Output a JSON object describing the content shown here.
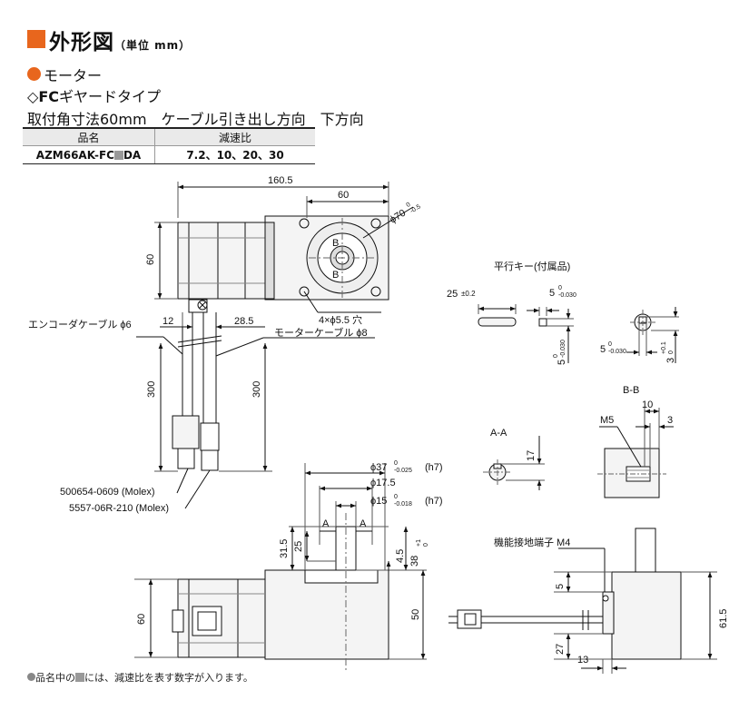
{
  "header": {
    "title": "外形図",
    "unit": "（単位 mm）"
  },
  "section": {
    "motor": "モーター",
    "type_name": "FC",
    "type_rest": "ギヤードタイプ",
    "spec": "取付角寸法60mm　ケーブル引き出し方向　下方向"
  },
  "product_table": {
    "col_name": "品名",
    "col_ratio": "減速比",
    "name_prefix": "AZM66AK-FC",
    "name_suffix": "DA",
    "ratios": "7.2、10、20、30"
  },
  "dimensions": {
    "overall_length": "160.5",
    "flange_60_top": "60",
    "height_60_left": "60",
    "pilot_dia": "ϕ70",
    "pilot_tol_top": "0",
    "pilot_tol_bottom": "-0.5",
    "section_b1": "B",
    "section_b2": "B",
    "mount_holes": "4×ϕ5.5 穴",
    "enc_offset": "12",
    "motor_cable_offset": "28.5",
    "encoder_cable": "エンコーダケーブル ϕ6",
    "motor_cable": "モーターケーブル ϕ8",
    "enc_length": "300",
    "motor_len": "300",
    "conn1": "500654-0609 (Molex)",
    "conn2": "5557-06R-210 (Molex)",
    "shaft37": "ϕ37",
    "shaft37_tol_top": "0",
    "shaft37_tol_bottom": "-0.025",
    "shaft37_fit": "(h7)",
    "d175": "ϕ17.5",
    "shaft15": "ϕ15",
    "shaft15_tol_top": "0",
    "shaft15_tol_bottom": "-0.018",
    "shaft15_fit": "(h7)",
    "sec_a1": "A",
    "sec_a2": "A",
    "d315": "31.5",
    "d25": "25",
    "d45": "4.5",
    "d38": "38",
    "d38_tol_top": "+1",
    "d38_tol_bottom": "0",
    "front_height": "60",
    "d50": "50",
    "key_title": "平行キー(付属品)",
    "key_len": "25",
    "key_len_tol": "±0.2",
    "key_w": "5",
    "key_w_tol_top": "0",
    "key_w_tol_bottom": "-0.030",
    "key_h": "5",
    "key_h_tol_top": "0",
    "key_h_tol_bottom": "-0.030",
    "key_end_w": "5",
    "key_end_tol_top": "0",
    "key_end_tol_bottom": "-0.030",
    "key_depth": "3",
    "key_depth_tol_top": "+0.1",
    "key_depth_tol_bottom": "0",
    "bb_title": "B-B",
    "bb_10": "10",
    "bb_3": "3",
    "bb_m5": "M5",
    "aa_title": "A-A",
    "aa_17": "17",
    "ground": "機能接地端子 M4",
    "side_5": "5",
    "side_27": "27",
    "side_13": "13",
    "side_615": "61.5"
  },
  "footer": {
    "note_before": "品名中の",
    "note_after": "には、減速比を表す数字が入ります。"
  },
  "colors": {
    "accent": "#e8661d",
    "body_fill": "#f4f4f4",
    "line": "#111111"
  }
}
